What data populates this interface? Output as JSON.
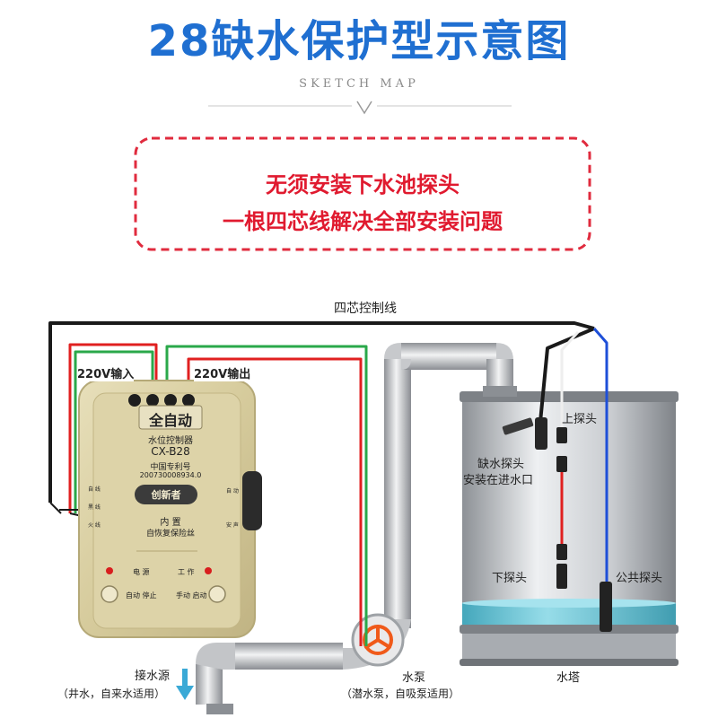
{
  "header": {
    "title": "28缺水保护型示意图",
    "subtitle": "SKETCH MAP"
  },
  "callout": {
    "line1": "无须安装下水池探头",
    "line2": "一根四芯线解决全部安装问题"
  },
  "labels": {
    "control_wire": "四芯控制线",
    "input_220v": "220V输入",
    "output_220v": "220V输出",
    "upper_probe": "上探头",
    "low_water_probe": "缺水探头",
    "low_water_probe_note": "安装在进水口",
    "lower_probe": "下探头",
    "common_probe": "公共探头",
    "water_source": "接水源",
    "water_source_note": "（井水，自来水适用）",
    "pump": "水泵",
    "pump_note": "（潜水泵，自吸泵适用）",
    "tower": "水塔"
  },
  "device": {
    "title": "全自动",
    "subtitle": "水位控制器",
    "model": "CX-B28",
    "patent_title": "中国专利号",
    "patent_no": "200730008934.0",
    "brand": "创新者",
    "fuse_line1": "内 置",
    "fuse_line2": "自恢复保险丝",
    "left_side_1": "自 线",
    "left_side_2": "黑 线",
    "left_side_3": "火 线",
    "right_side_1": "自 动",
    "right_side_2": "安 声",
    "power": "电 源",
    "work": "工 作",
    "auto_stop": "自动 停止",
    "manual_start": "手动 启动"
  },
  "colors": {
    "title": "#1f6fd1",
    "callout": "#e01a2f",
    "wire_black": "#1a1a1a",
    "wire_red": "#e02020",
    "wire_green": "#2aa84a",
    "wire_blue": "#1e4fd8",
    "pipe": "#b9bcc0",
    "water": "#62c6d8",
    "device_body": "#d9cfa5"
  }
}
